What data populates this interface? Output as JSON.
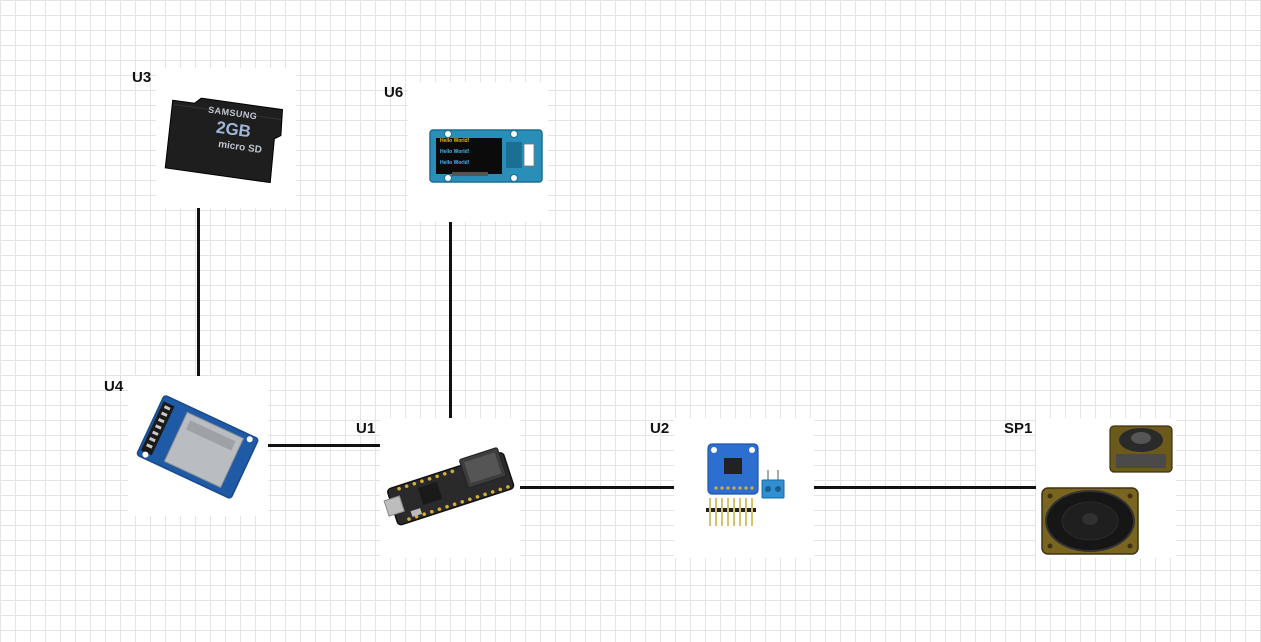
{
  "components": [
    {
      "id": "u3",
      "label": "U3",
      "part": "microsd-card-icon",
      "card_brand": "SAMSUNG",
      "card_capacity": "2GB"
    },
    {
      "id": "u6",
      "label": "U6",
      "part": "oled-display-module-icon",
      "screen_lines": [
        "Hello World!",
        "Hello World!",
        "Hello World!"
      ]
    },
    {
      "id": "u4",
      "label": "U4",
      "part": "sd-card-module-icon"
    },
    {
      "id": "u1",
      "label": "U1",
      "part": "microcontroller-board-icon"
    },
    {
      "id": "u2",
      "label": "U2",
      "part": "amplifier-board-icon"
    },
    {
      "id": "sp1",
      "label": "SP1",
      "part": "speaker-icon"
    }
  ],
  "connections": [
    [
      "U3",
      "U4"
    ],
    [
      "U6",
      "U1"
    ],
    [
      "U4",
      "U1"
    ],
    [
      "U1",
      "U2"
    ],
    [
      "U2",
      "SP1"
    ]
  ],
  "colors": {
    "wire": "#111111",
    "grid": "#e4e4e4",
    "pcb_blue": "#1d5fa8",
    "pcb_dark": "#2b2b2b"
  }
}
